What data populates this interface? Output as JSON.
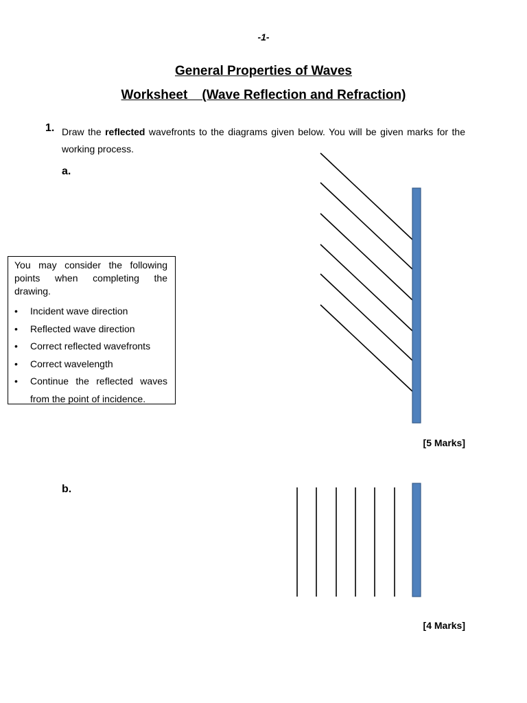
{
  "header": {
    "page_number": "-1-"
  },
  "title": {
    "line1": "General Properties of Waves",
    "line2": "Worksheet    (Wave Reflection and Refraction)"
  },
  "question": {
    "number": "1.",
    "text_before": "Draw the ",
    "text_bold": "reflected",
    "text_after": " wavefronts to the diagrams given below. You will be given marks for the working process."
  },
  "hint_box": {
    "intro": "You may consider the following points when completing the drawing.",
    "bullet": "•",
    "items": [
      "Incident wave direction",
      "Reflected wave direction",
      "Correct reflected wavefronts",
      "Correct wavelength",
      "Continue the reflected waves from the point of incidence."
    ]
  },
  "parts": {
    "a": {
      "label": "a.",
      "marks": "[5 Marks]"
    },
    "b": {
      "label": "b.",
      "marks": "[4 Marks]"
    }
  },
  "colors": {
    "barrier": "#4f81bd",
    "barrier_edge": "#385d8a",
    "wavefront": "#000000"
  }
}
